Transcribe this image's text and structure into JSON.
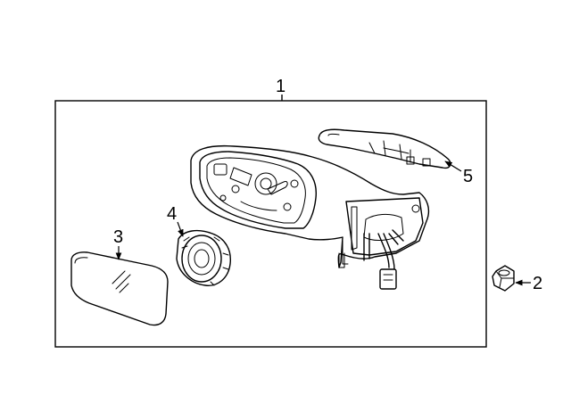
{
  "callouts": {
    "assembly": "1",
    "nut": "2",
    "glass": "3",
    "motor": "4",
    "signal_lamp": "5"
  }
}
